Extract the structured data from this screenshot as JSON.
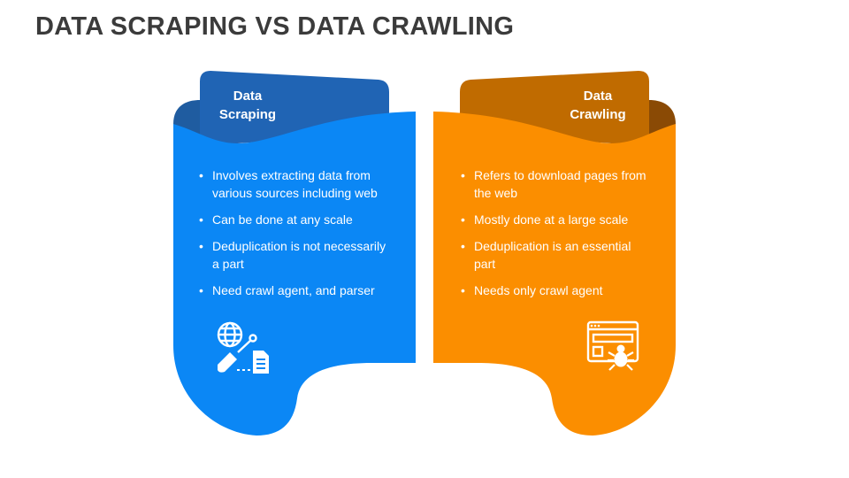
{
  "title": "DATA SCRAPING VS DATA CRAWLING",
  "colors": {
    "blue": "#0b87f5",
    "blue_dark": "#1f5ca0",
    "blue_tab": "#2064b4",
    "orange": "#fb8e00",
    "orange_dark": "#8a4a05",
    "orange_tab": "#c06b00"
  },
  "left": {
    "heading_line1": "Data",
    "heading_line2": "Scraping",
    "bullets": [
      "Involves extracting data from various sources including web",
      "Can be done at any scale",
      "Deduplication is not necessarily a part",
      "Need crawl agent, and parser"
    ],
    "icon": "web-scraping-icon"
  },
  "right": {
    "heading_line1": "Data",
    "heading_line2": "Crawling",
    "bullets": [
      "Refers to download pages from the web",
      "Mostly done at a large scale",
      "Deduplication is an essential part",
      "Needs only crawl agent"
    ],
    "icon": "web-crawler-icon"
  }
}
